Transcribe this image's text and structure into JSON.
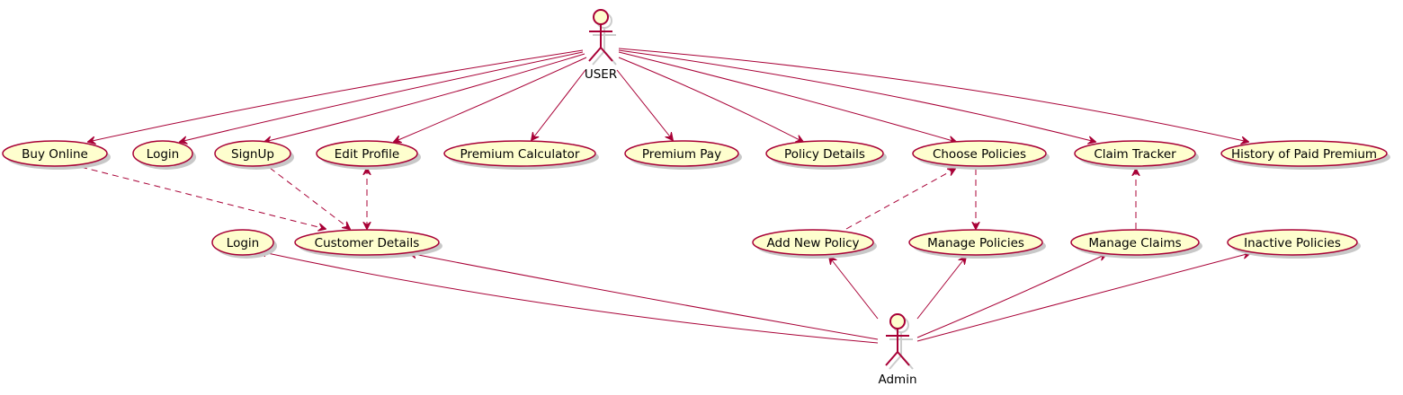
{
  "diagram": {
    "actors": {
      "user": {
        "label": "USER"
      },
      "admin": {
        "label": "Admin"
      }
    },
    "use_cases": {
      "buy_online": "Buy Online",
      "login_user": "Login",
      "signup": "SignUp",
      "edit_profile": "Edit Profile",
      "premium_calculator": "Premium Calculator",
      "premium_pay": "Premium Pay",
      "policy_details": "Policy Details",
      "choose_policies": "Choose Policies",
      "claim_tracker": "Claim Tracker",
      "history_paid_premium": "History of Paid Premium",
      "login_admin": "Login",
      "customer_details": "Customer Details",
      "add_new_policy": "Add New Policy",
      "manage_policies": "Manage Policies",
      "manage_claims": "Manage Claims",
      "inactive_policies": "Inactive Policies"
    },
    "colors": {
      "line": "#A80036",
      "fill": "#FEFECE",
      "shadow": "#c8c8c8"
    }
  }
}
